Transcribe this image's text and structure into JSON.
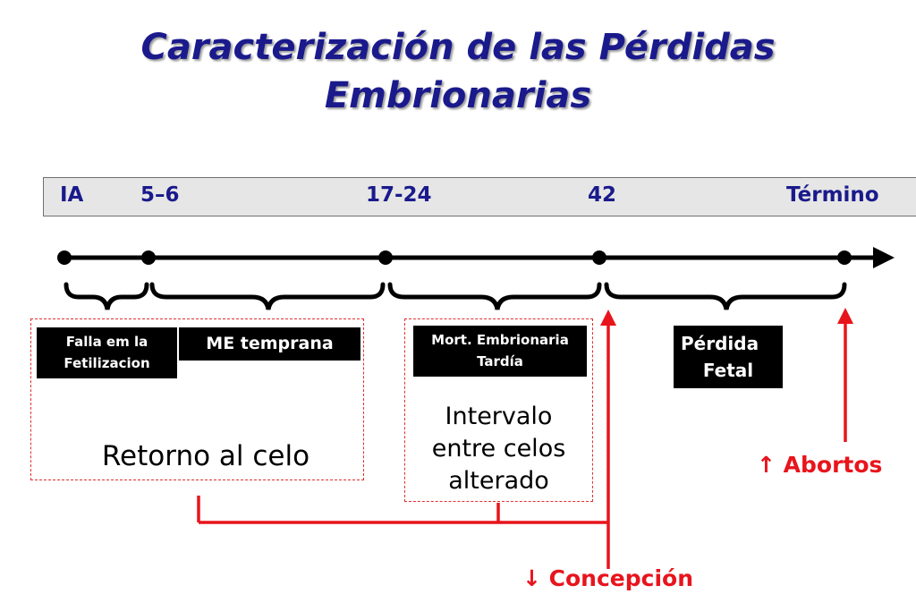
{
  "title": {
    "line1": "Caracterización de las Pérdidas",
    "line2": "Embrionarias"
  },
  "scale": {
    "labels": [
      "IA",
      "5–6",
      "17-24",
      "42",
      "Término"
    ]
  },
  "boxes": {
    "falla_line1": "Falla em la",
    "falla_line2": "Fetilizacion",
    "me_temprana": "ME temprana",
    "mort_line1": "Mort. Embrionaria",
    "mort_line2": "Tardía",
    "perdida_line1": "Pérdida",
    "perdida_line2": "Fetal"
  },
  "outcomes": {
    "retorno": "Retorno al celo",
    "intervalo_line1": "Intervalo",
    "intervalo_line2": "entre celos",
    "intervalo_line3": "alterado",
    "abortos": "↑ Abortos",
    "concepcion": "↓ Concepción"
  },
  "colors": {
    "title": "#1a1a8c",
    "timeline": "#000000",
    "accent_red": "#e8141c"
  }
}
